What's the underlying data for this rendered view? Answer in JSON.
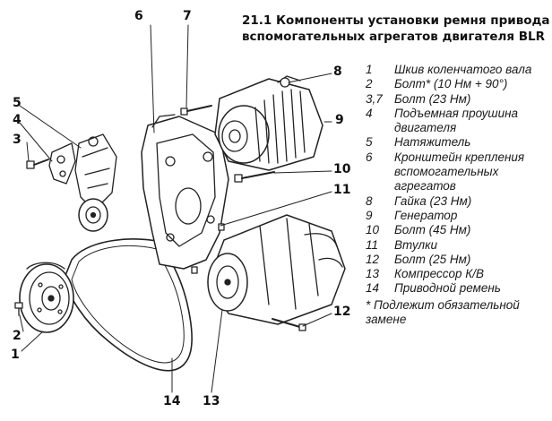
{
  "title": {
    "line1": "21.1 Компоненты установки ремня привода",
    "line2": "вспомогательных агрегатов двигателя BLR"
  },
  "callouts": {
    "c1": "1",
    "c2": "2",
    "c3": "3",
    "c4": "4",
    "c5": "5",
    "c6": "6",
    "c7": "7",
    "c8": "8",
    "c9": "9",
    "c10": "10",
    "c11": "11",
    "c12": "12",
    "c13": "13",
    "c14": "14"
  },
  "legend": [
    {
      "num": "1",
      "text": "Шкив коленчатого вала"
    },
    {
      "num": "2",
      "text": "Болт* (10 Нм + 90°)"
    },
    {
      "num": "3,7",
      "text": "Болт (23 Нм)"
    },
    {
      "num": "4",
      "text": "Подъемная проушина двигателя"
    },
    {
      "num": "5",
      "text": "Натяжитель"
    },
    {
      "num": "6",
      "text": "Кронштейн крепления вспомогательных агрегатов"
    },
    {
      "num": "8",
      "text": "Гайка (23 Нм)"
    },
    {
      "num": "9",
      "text": "Генератор"
    },
    {
      "num": "10",
      "text": "Болт (45 Нм)"
    },
    {
      "num": "11",
      "text": "Втулки"
    },
    {
      "num": "12",
      "text": "Болт (25 Нм)"
    },
    {
      "num": "13",
      "text": "Компрессор К/В"
    },
    {
      "num": "14",
      "text": "Приводной ремень"
    }
  ],
  "note": "* Подлежит обязательной замене"
}
